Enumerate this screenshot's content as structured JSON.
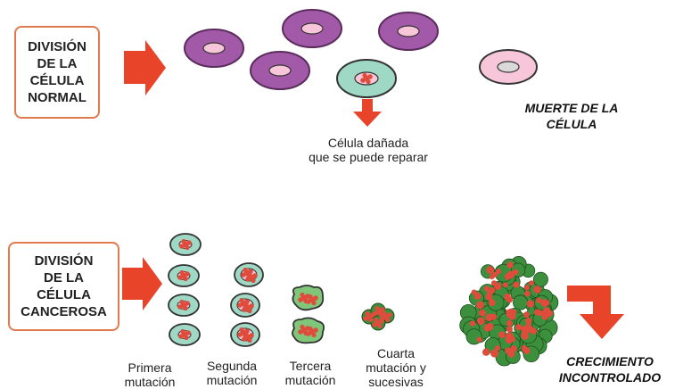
{
  "normal_label": [
    "DIVISIÓN",
    "DE LA",
    "CÉLULA",
    "NORMAL"
  ],
  "cancer_label": [
    "DIVISIÓN",
    "DE LA",
    "CÉLULA",
    "CANCEROSA"
  ],
  "damaged_caption": [
    "Célula dañada",
    "que se puede reparar"
  ],
  "death_caption": [
    "MUERTE DE LA",
    "CÉLULA"
  ],
  "mutations": [
    [
      "Primera",
      "mutación"
    ],
    [
      "Segunda",
      "mutación"
    ],
    [
      "Tercera",
      "mutación"
    ],
    [
      "Cuarta",
      "mutación y",
      "sucesivas"
    ]
  ],
  "growth_caption": [
    "CRECIMIENTO",
    "INCONTROLADO"
  ],
  "colors": {
    "arrow": "#e8442a",
    "normal_cell": "#a25aa8",
    "normal_nucleus": "#f7c6d8",
    "damaged_cell": "#9fd8c4",
    "dead_cell": "#f7c6d8",
    "tumor_green": "#3c8f3c",
    "tumor_red": "#e04c3c",
    "box_border": "#e07b4f"
  }
}
